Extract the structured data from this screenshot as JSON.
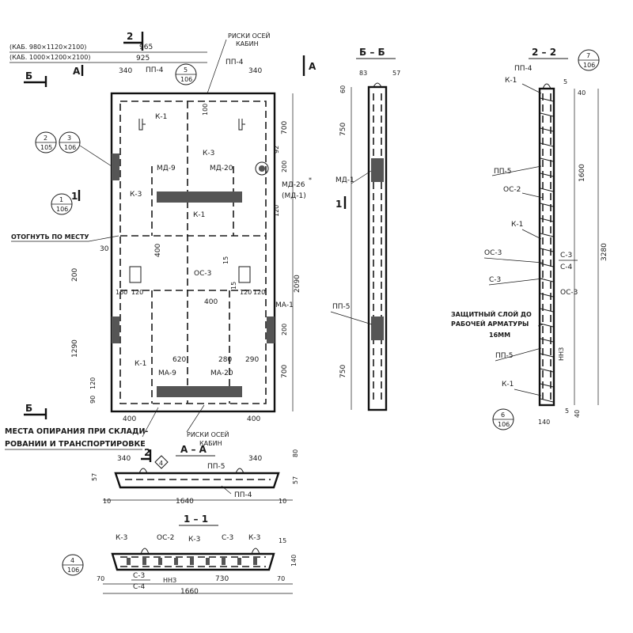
{
  "top_notes": {
    "size_1": "(КАБ. 980×1120×2100)",
    "size_2": "(КАБ. 1000×1200×2100)",
    "dim_965": "965",
    "dim_925": "925"
  },
  "plan": {
    "dim_340_left": "340",
    "dim_340_right": "340",
    "pp4_left": "ПП-4",
    "pp4_right": "ПП-4",
    "risk_top": "РИСКИ ОСЕЙ",
    "risk_top_2": "КАБИН",
    "k1_top": "К-1",
    "k3_top": "К-3",
    "ma9_top": "МД-9",
    "ma20_top": "МД-20",
    "ma26": "МД-26",
    "ma26_sup": "*",
    "ma1_paren": "(МД-1)",
    "k3_left": "К-3",
    "k1_mid": "К-1",
    "bend_note": "ОТОГНУТЬ ПО МЕСТУ",
    "dim_30": "30",
    "dim_400_v": "400",
    "os3": "ОС-3",
    "dim_15": "15",
    "dim_15b": "15",
    "dim_200_l": "200",
    "dim_160": "160",
    "dim_120": "120",
    "dim_400_h": "400",
    "dim_120b": "120",
    "dim_120c": "120",
    "ma1_right": "МА-1",
    "dim_1290": "1290",
    "dim_620": "620",
    "dim_280": "280",
    "dim_290": "290",
    "k1_bottom": "К-1",
    "ma9_bottom": "МА-9",
    "ma20_bottom": "МА-20",
    "dim_90": "90",
    "dim_120_bl": "120",
    "dim_400_bl": "400",
    "dim_400_br": "400",
    "dim_100": "100",
    "dim_700_top": "700",
    "dim_92": "92",
    "dim_200_r1": "200",
    "dim_2090": "2090",
    "dim_200_r2": "200",
    "dim_700_bot": "700",
    "dim_120_r": "120",
    "support_note_1": "МЕСТА ОПИРАНИЯ ПРИ СКЛАДИ-",
    "support_note_2": "РОВАНИИ И ТРАНСПОРТИРОВКЕ",
    "risk_bottom": "РИСКИ ОСЕЙ",
    "risk_bottom_2": "КАБИН"
  },
  "section_marks": {
    "b_left_top": "Б",
    "a_left": "А",
    "a_right": "А",
    "num2_top": "2",
    "num1_left": "1",
    "num1_right": "1",
    "b_left_bottom": "Б",
    "num2_bottom": "2"
  },
  "callouts": [
    {
      "top": "5",
      "bottom": "106"
    },
    {
      "top": "2",
      "bottom": "105"
    },
    {
      "top": "3",
      "bottom": "106"
    },
    {
      "top": "1",
      "bottom": "106"
    },
    {
      "top": "7",
      "bottom": "106"
    },
    {
      "top": "6",
      "bottom": "106"
    },
    {
      "top": "4",
      "bottom": "106"
    }
  ],
  "section_bb": {
    "title": "Б – Б",
    "dim_83": "83",
    "dim_57": "57",
    "dim_60": "60",
    "dim_750_top": "750",
    "md1": "МД-1",
    "pp5": "ПП-5",
    "dim_750_bot": "750"
  },
  "section_22": {
    "title": "2 – 2",
    "pp4": "ПП-4",
    "k1_top": "К-1",
    "dim_5": "5",
    "dim_40_top": "40",
    "pp5_top": "ПП-5",
    "os2": "ОС-2",
    "dim_1600": "1600",
    "k1_mid": "К-1",
    "os3_left": "ОС-3",
    "c3": "С-3",
    "c4": "С-4",
    "c3_left": "С-3",
    "os3_right": "ОС-3",
    "dim_3280": "3280",
    "cover_1": "ЗАЩИТНЫЙ СЛОЙ ДО",
    "cover_2": "РАБОЧЕЙ АРМАТУРЫ",
    "cover_3": "16ММ",
    "pp5_bot": "ПП-5",
    "nnz": "ННЗ",
    "k1_bot": "К-1",
    "dim_5b": "5",
    "dim_40_bot": "40",
    "dim_140": "140"
  },
  "section_aa": {
    "title": "А – А",
    "mark_4": "4",
    "dim_340_l": "340",
    "pp5": "ПП-5",
    "dim_340_r": "340",
    "dim_80": "80",
    "dim_57_l": "57",
    "dim_57_r": "57",
    "pp4": "ПП-4",
    "dim_10_l": "10",
    "dim_1640": "1640",
    "dim_10_r": "10"
  },
  "section_11": {
    "title": "1 – 1",
    "k3_l": "К-3",
    "os2": "ОС-2",
    "k3_mid": "К-3",
    "c3": "С-3",
    "k3_r": "К-3",
    "dim_15": "15",
    "dim_140": "140",
    "dim_70_l": "70",
    "c3_b": "С-3",
    "c4_b": "С-4",
    "nnz": "ННЗ",
    "dim_730": "730",
    "dim_70_r": "70",
    "dim_1660": "1660"
  }
}
